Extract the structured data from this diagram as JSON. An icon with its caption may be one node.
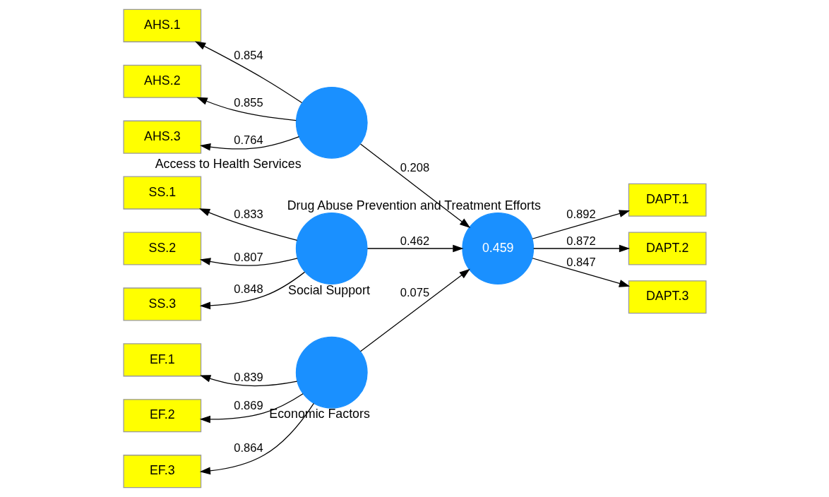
{
  "diagram": {
    "nodes": [
      {
        "text": [],
        "shape": "circle",
        "beside": [
          "Economic Factors"
        ]
      },
      {
        "text": [
          "EF.1"
        ]
      },
      {
        "text": [
          "EF.2"
        ]
      },
      {
        "text": [
          "EF.3"
        ]
      },
      {
        "text": [],
        "shape": "circle",
        "beside": [
          "Access to Health Services"
        ]
      },
      {
        "text": [
          "AHS.1"
        ]
      },
      {
        "text": [
          "AHS.2"
        ]
      },
      {
        "text": [
          "AHS.3"
        ]
      },
      {
        "text": [],
        "shape": "circle",
        "beside": [
          "Social Support"
        ]
      },
      {
        "text": [
          "SS.1"
        ]
      },
      {
        "text": [
          "SS.2"
        ]
      },
      {
        "text": [
          "SS.3"
        ]
      },
      {
        "text": [
          "0.459"
        ],
        "beside": [
          "Drug Abuse Prevention and Treatment Efforts"
        ]
      },
      {
        "text": [
          "DAPT.1"
        ]
      },
      {
        "text": [
          "DAPT.2"
        ]
      },
      {
        "text": [
          "DAPT.3"
        ]
      }
    ],
    "edges": [
      {
        "from": 0,
        "to": 1,
        "arrow": "to",
        "label": "0.839"
      },
      {
        "from": 0,
        "to": 2,
        "arrow": "to",
        "label": "0.869"
      },
      {
        "from": 0,
        "to": 3,
        "arrow": "to",
        "label": "0.864"
      },
      {
        "from": 4,
        "to": 5,
        "arrow": "to",
        "label": "0.854"
      },
      {
        "from": 4,
        "to": 6,
        "arrow": "to",
        "label": "0.855"
      },
      {
        "from": 4,
        "to": 7,
        "arrow": "to",
        "label": "0.764"
      },
      {
        "from": 8,
        "to": 9,
        "arrow": "to",
        "label": "0.833"
      },
      {
        "from": 8,
        "to": 10,
        "arrow": "to",
        "label": "0.807"
      },
      {
        "from": 8,
        "to": 11,
        "arrow": "to",
        "label": "0.848"
      },
      {
        "from": 0,
        "to": 12,
        "arrow": "to",
        "label": "0.075"
      },
      {
        "from": 4,
        "to": 12,
        "arrow": "to",
        "label": "0.208"
      },
      {
        "from": 8,
        "to": 12,
        "arrow": "to",
        "label": "0.462"
      },
      {
        "from": 12,
        "to": 13,
        "arrow": "to",
        "label": "0.892"
      },
      {
        "from": 12,
        "to": 14,
        "arrow": "to",
        "label": "0.872"
      },
      {
        "from": 12,
        "to": 15,
        "arrow": "to",
        "label": "0.847"
      }
    ]
  }
}
